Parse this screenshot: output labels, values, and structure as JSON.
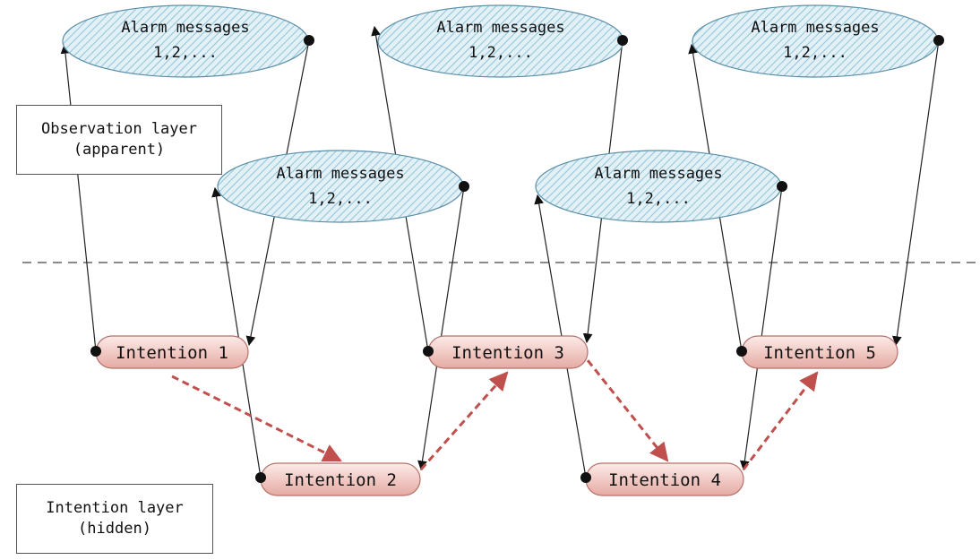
{
  "layers": {
    "observation": {
      "line1": "Observation layer",
      "line2": "(apparent)"
    },
    "intention": {
      "line1": "Intention layer",
      "line2": "(hidden)"
    }
  },
  "alarms": [
    {
      "line1": "Alarm messages",
      "line2": "1,2,..."
    },
    {
      "line1": "Alarm messages",
      "line2": "1,2,..."
    },
    {
      "line1": "Alarm messages",
      "line2": "1,2,..."
    },
    {
      "line1": "Alarm messages",
      "line2": "1,2,..."
    },
    {
      "line1": "Alarm messages",
      "line2": "1,2,..."
    }
  ],
  "intentions": [
    {
      "label": "Intention 1"
    },
    {
      "label": "Intention 2"
    },
    {
      "label": "Intention 3"
    },
    {
      "label": "Intention 4"
    },
    {
      "label": "Intention 5"
    }
  ],
  "colors": {
    "ellipse_fill": "#e3f1f7",
    "ellipse_hatch": "#8ec3d8",
    "node_fill_top": "#fbe4e0",
    "node_fill_bottom": "#e9b3ad",
    "transition_arrow": "#c0504d",
    "emission_line": "#222222",
    "divider": "#8a8a8a"
  }
}
